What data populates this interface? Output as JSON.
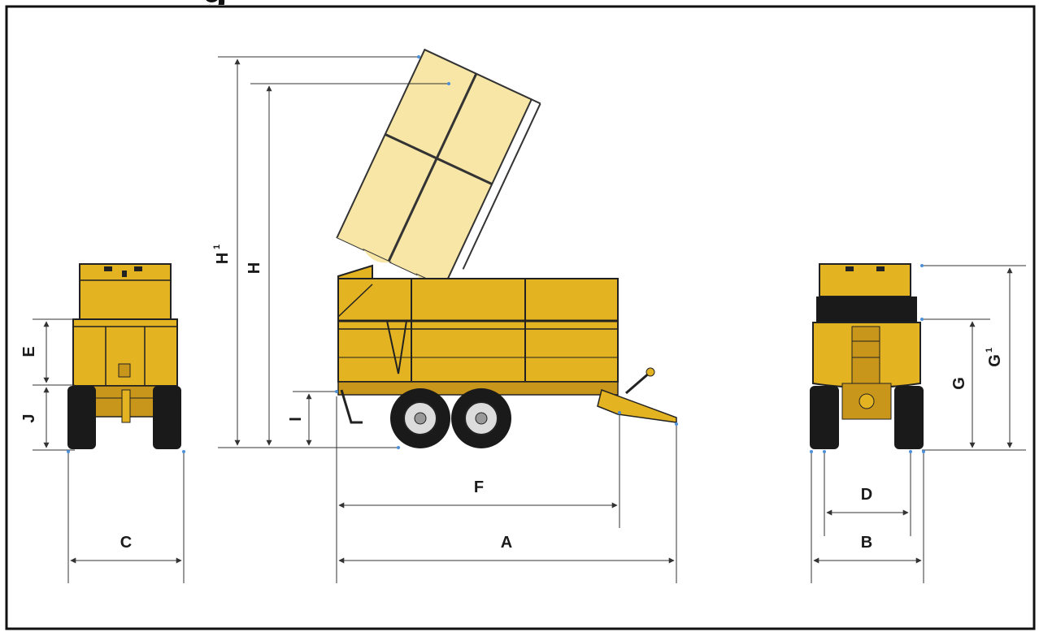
{
  "title_fragment": "g",
  "labels": {
    "A": "A",
    "B": "B",
    "C": "C",
    "D": "D",
    "E": "E",
    "F": "F",
    "G": "G",
    "G1_base": "G",
    "G1_sup": "1",
    "H": "H",
    "H1_base": "H",
    "H1_sup": "1",
    "I": "I",
    "J": "J"
  },
  "colors": {
    "body_yellow": "#e4b321",
    "body_dark": "#c8961a",
    "raised_body": "#f7e6a6",
    "tyre": "#1a1a1a",
    "frame_border": "#111111",
    "dimension_line": "#333333",
    "marker": "#4a90d9"
  }
}
